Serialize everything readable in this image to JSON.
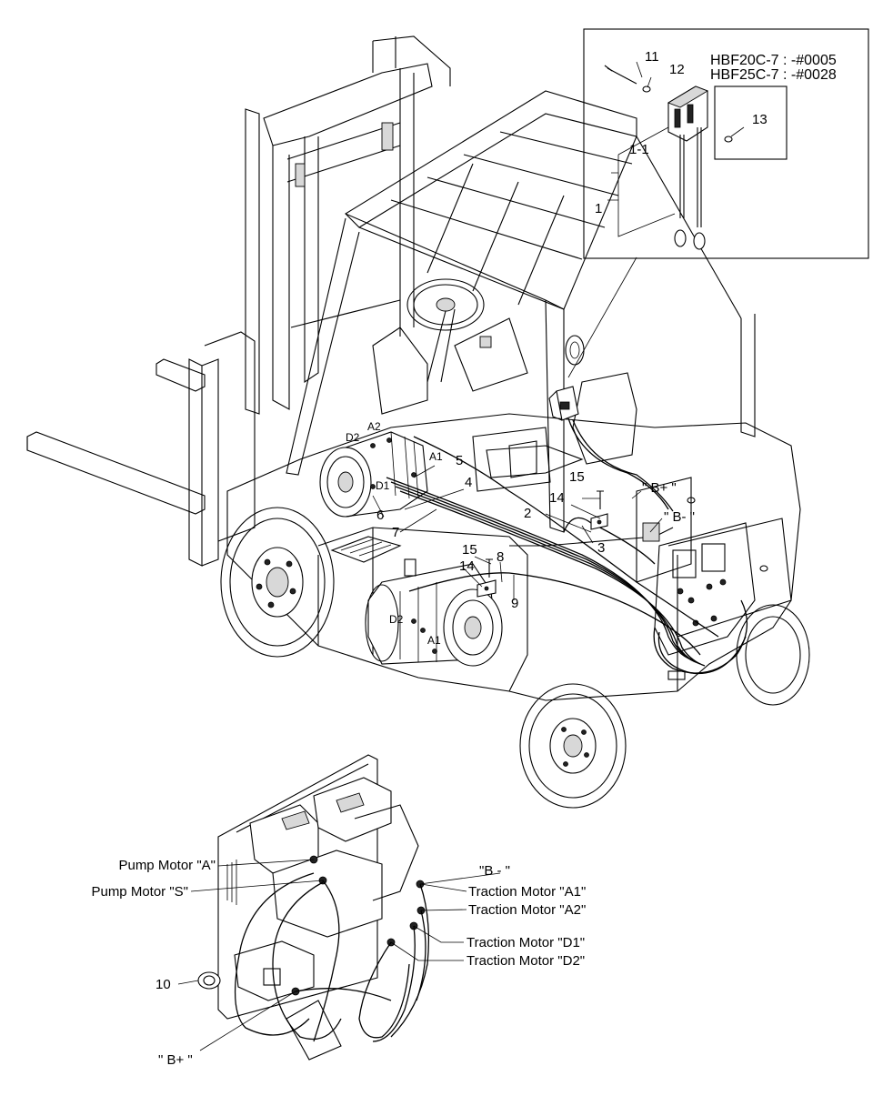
{
  "inset": {
    "model_note_1": "HBF20C-7 : -#0005",
    "model_note_2": "HBF25C-7 : -#0028",
    "callouts": {
      "c11": "11",
      "c12": "12",
      "c13": "13",
      "c1_1": "1-1",
      "c1": "1"
    }
  },
  "truck": {
    "callouts": {
      "c2": "2",
      "c3": "3",
      "c4": "4",
      "c5": "5",
      "c6": "6",
      "c7": "7",
      "c8": "8",
      "c9": "9",
      "c14a": "14",
      "c14b": "14",
      "c15a": "15",
      "c15b": "15"
    },
    "terminals": {
      "a2_top": "A2",
      "d2_top": "D2",
      "a1_top": "A1",
      "d1_top": "D1",
      "d2_bottom": "D2",
      "a1_bottom": "A1"
    },
    "polarity": {
      "b_plus": "\" B+ \"",
      "b_minus": "\" B- \""
    }
  },
  "controller": {
    "left_labels": {
      "pump_a": "Pump Motor \"A\"",
      "pump_s": "Pump Motor \"S\"",
      "c10": "10",
      "b_plus": "\" B+ \""
    },
    "right_labels": {
      "b_minus": "\"B - \"",
      "traction_a1": "Traction Motor \"A1\"",
      "traction_a2": "Traction Motor \"A2\"",
      "traction_d1": "Traction Motor \"D1\"",
      "traction_d2": "Traction Motor \"D2\""
    }
  }
}
